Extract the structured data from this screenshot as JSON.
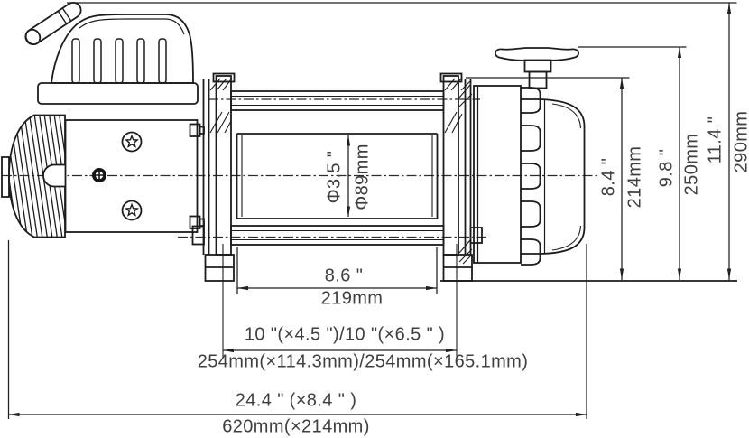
{
  "drawing": {
    "name": "electric winch side-view dimensional drawing"
  },
  "dims": {
    "drum_diameter_in": "Φ3.5 \"",
    "drum_diameter_mm": "Φ89mm",
    "drum_length_in": "8.6 \"",
    "drum_length_mm": "219mm",
    "mount_pattern_in": "10 \"(×4.5 \")/10 \"(×6.5 \" )",
    "mount_pattern_mm": "254mm(×114.3mm)/254mm(×165.1mm)",
    "overall_length_in": "24.4 \" (×8.4 \" )",
    "overall_length_mm": "620mm(×214mm)",
    "height_to_tie_bar_in": "8.4 \"",
    "height_to_tie_bar_mm": "214mm",
    "height_to_clutch_in": "9.8 \"",
    "height_to_clutch_mm": "250mm",
    "overall_height_in": "11.4 \"",
    "overall_height_mm": "290mm"
  }
}
